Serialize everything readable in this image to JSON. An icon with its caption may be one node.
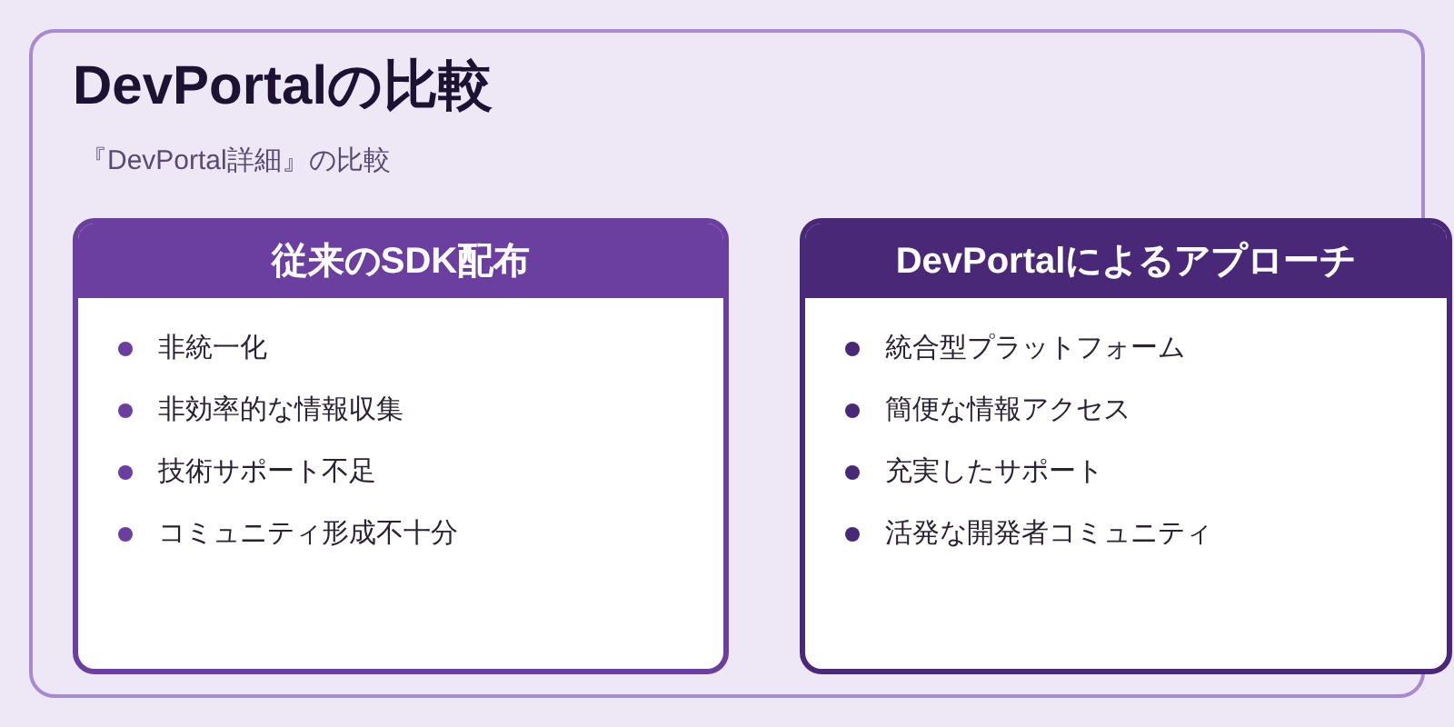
{
  "diagram": {
    "title": "DevPortalの比較",
    "nodes": [
      {
        "text": [
          "従来のSDK配布",
          "非統一化",
          "非効率的な情報収集",
          "技術サポート不足",
          "コミュニティ形成不十分"
        ]
      },
      {
        "text": [
          "DevPortalによるアプローチ",
          "統合型プラットフォーム",
          "簡便な情報アクセス",
          "充実したサポート",
          "活発な開発者コミュニティ"
        ]
      }
    ],
    "labels": [
      "『DevPortal詳細』の比較"
    ]
  }
}
